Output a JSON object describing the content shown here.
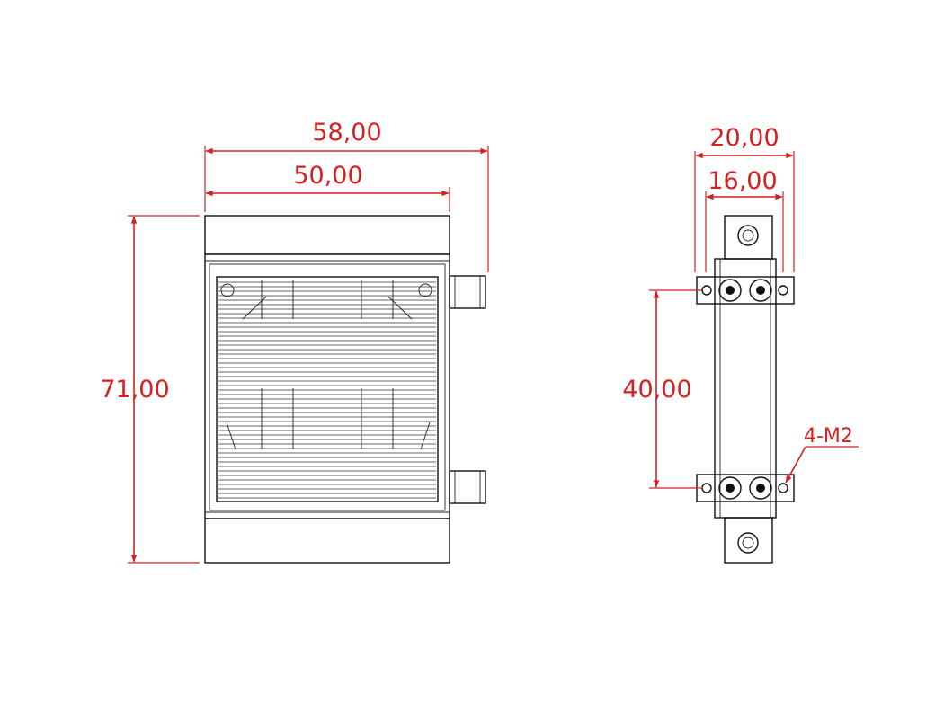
{
  "front_view": {
    "dim_overall_width": "58,00",
    "dim_core_width": "50,00",
    "dim_height": "71,00"
  },
  "side_view": {
    "dim_outer_width": "20,00",
    "dim_inner_width": "16,00",
    "dim_hole_spacing": "40,00",
    "callout_thread": "4-M2"
  },
  "colors": {
    "dimension": "#d42020",
    "outline": "#111111"
  }
}
